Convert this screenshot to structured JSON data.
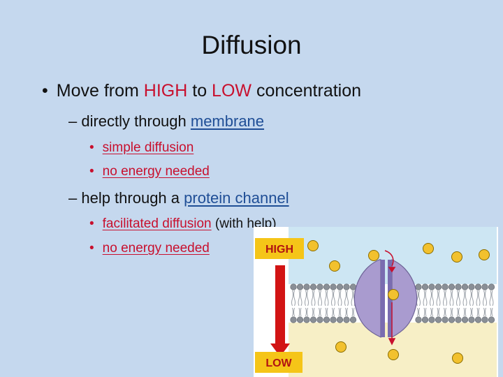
{
  "slide": {
    "title": "Diffusion",
    "main_bullet": {
      "prefix": "Move from ",
      "high": "HIGH",
      "middle": " to ",
      "low": "LOW",
      "suffix": " concentration"
    },
    "direct": {
      "prefix": "– directly through ",
      "link": "membrane",
      "items": [
        "simple diffusion",
        "no energy needed"
      ]
    },
    "protein": {
      "prefix": "– help through a ",
      "link": "protein channel",
      "item1_link": "facilitated diffusion",
      "item1_suffix": " (with help)",
      "item2": "no energy needed"
    },
    "bullet_char": "•"
  },
  "diagram": {
    "high_label": "HIGH",
    "low_label": "LOW",
    "colors": {
      "label_box": "#f5c518",
      "arrow": "#d21414",
      "membrane_heads": "#8a8f96",
      "protein": "#a99bcf",
      "molecule": "#f2c12e",
      "cytoplasm": "#f7efc6",
      "extracellular": "#cde6f3"
    }
  }
}
